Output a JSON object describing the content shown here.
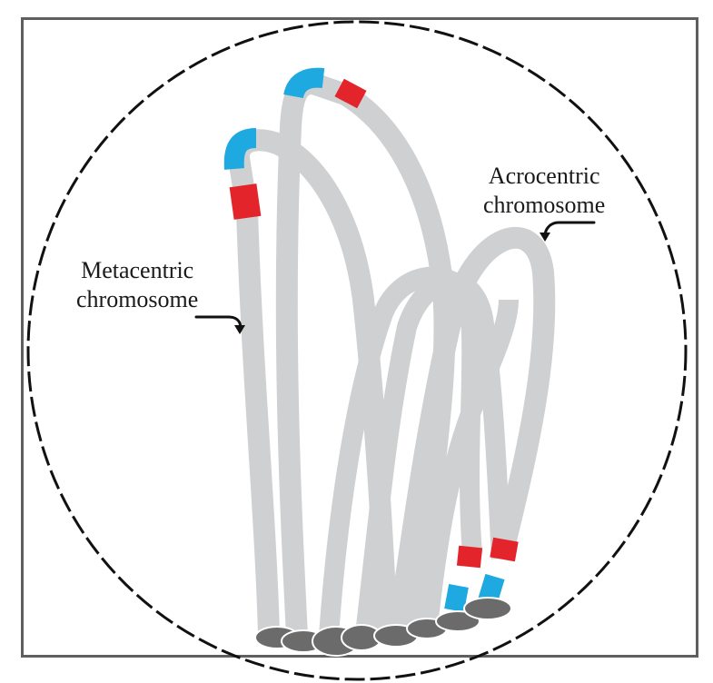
{
  "labels": {
    "metacentric": {
      "line1": "Metacentric",
      "line2": "chromosome"
    },
    "acrocentric": {
      "line1": "Acrocentric",
      "line2": "chromosome"
    }
  },
  "colors": {
    "chromatin": "#cfd0d1",
    "telomere_blue": "#1ea9e1",
    "band_red": "#e4242b",
    "attachment_plate": "#6b6b6b",
    "nuclear_envelope": "#111111",
    "frame": "#5f5f5f"
  }
}
